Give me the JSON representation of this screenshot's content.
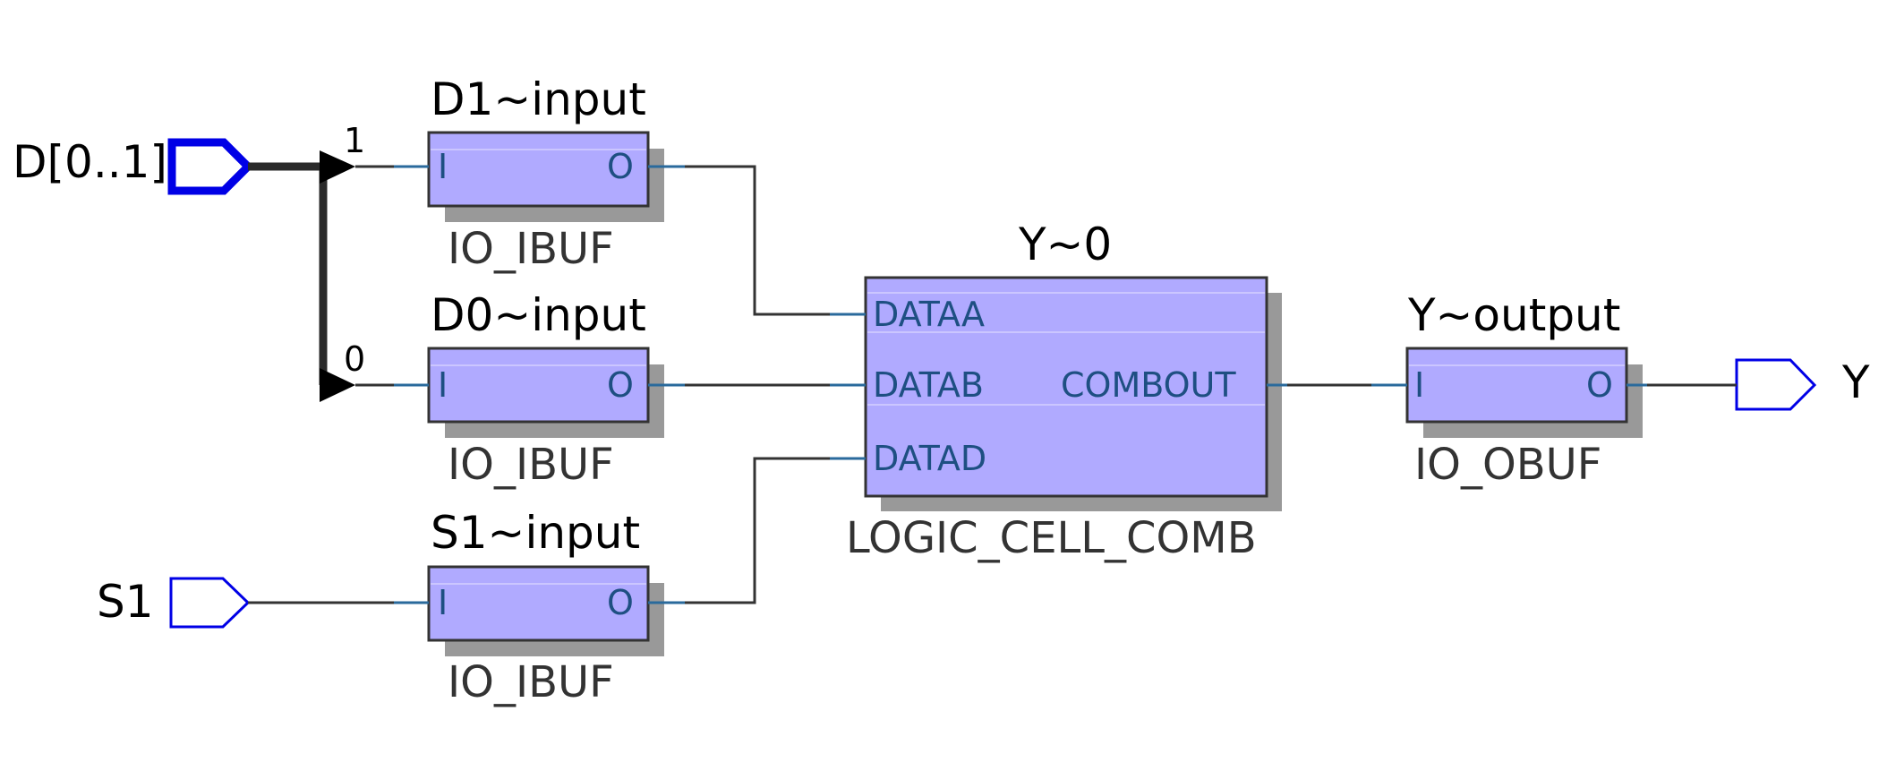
{
  "pins": {
    "d": "D[0..1]",
    "s1": "S1",
    "y": "Y"
  },
  "bits": {
    "b1": "1",
    "b0": "0"
  },
  "d1_input": {
    "title": "D1~input",
    "port_in": "I",
    "port_out": "O",
    "type": "IO_IBUF"
  },
  "d0_input": {
    "title": "D0~input",
    "port_in": "I",
    "port_out": "O",
    "type": "IO_IBUF"
  },
  "s1_input": {
    "title": "S1~input",
    "port_in": "I",
    "port_out": "O",
    "type": "IO_IBUF"
  },
  "y0": {
    "title": "Y~0",
    "port_a": "DATAA",
    "port_b": "DATAB",
    "port_d": "DATAD",
    "port_out": "COMBOUT",
    "type": "LOGIC_CELL_COMB"
  },
  "y_output": {
    "title": "Y~output",
    "port_in": "I",
    "port_out": "O",
    "type": "IO_OBUF"
  },
  "colors": {
    "cell_fill": "#b0aaff",
    "cell_shadow": "#999999",
    "pin_stroke": "#0000e6",
    "port_text": "#1e4f82",
    "wire": "#333333"
  }
}
